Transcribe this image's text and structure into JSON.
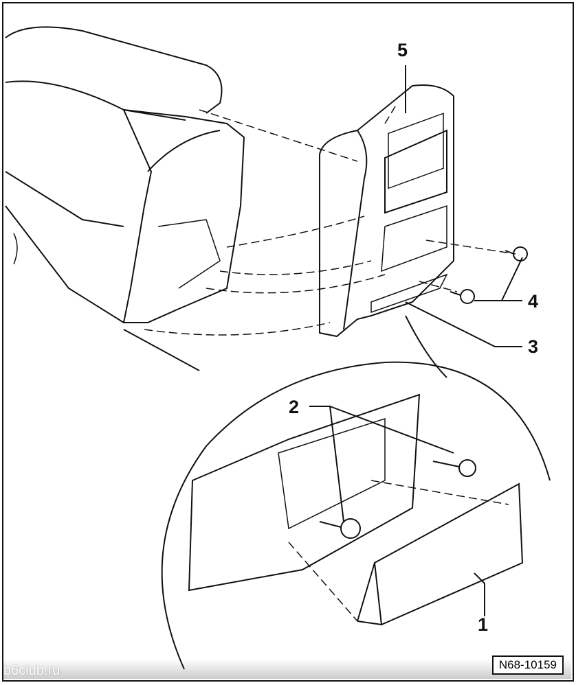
{
  "diagram": {
    "callouts": [
      "1",
      "2",
      "3",
      "4",
      "5"
    ],
    "reference_code": "N68-10159",
    "watermark": "b6club.ru"
  }
}
